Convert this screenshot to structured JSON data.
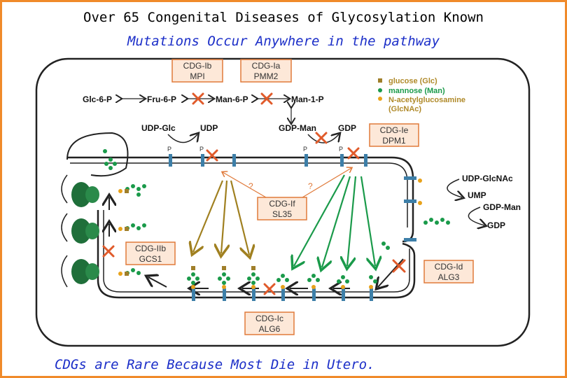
{
  "title": "Over 65 Congenital Diseases of Glycosylation Known",
  "subtitle": "Mutations Occur Anywhere in the pathway",
  "footer": "CDGs are Rare Because Most Die in Utero.",
  "colors": {
    "frame": "#f08a2a",
    "subtitle": "#1b2ec8",
    "box_border": "#e07a3a",
    "box_fill": "#fde8d8",
    "glucose": "#a07f2a",
    "mannose": "#1a9a4a",
    "glcnac": "#e8a21a",
    "mutation": "#e05a2a",
    "arrow_brown": "#a08020",
    "arrow_green": "#1a9a4a"
  },
  "metabolites": {
    "glc6p": "Glc-6-P",
    "fru6p": "Fru-6-P",
    "man6p": "Man-6-P",
    "man1p": "Man-1-P",
    "udp_glc": "UDP-Glc",
    "udp": "UDP",
    "gdp_man": "GDP-Man",
    "gdp": "GDP",
    "udp_glcnac": "UDP-GlcNAc",
    "ump": "UMP",
    "gdp_man2": "GDP-Man",
    "gdp2": "GDP"
  },
  "legend": [
    {
      "label": "glucose (Glc)",
      "icon": "square-brown"
    },
    {
      "label": "mannose (Man)",
      "icon": "dot-green"
    },
    {
      "label": "N-acetylglucosamine",
      "icon": "dot-yellow"
    },
    {
      "label": "(GlcNAc)",
      "icon": ""
    }
  ],
  "disorders": [
    {
      "name": "CDG-Ib",
      "gene": "MPI"
    },
    {
      "name": "CDG-Ia",
      "gene": "PMM2"
    },
    {
      "name": "CDG-Ie",
      "gene": "DPM1"
    },
    {
      "name": "CDG-If",
      "gene": "SL35"
    },
    {
      "name": "CDG-IIb",
      "gene": "GCS1"
    },
    {
      "name": "CDG-Id",
      "gene": "ALG3"
    },
    {
      "name": "CDG-Ic",
      "gene": "ALG6"
    }
  ],
  "unknown_marks": [
    "?",
    "?"
  ],
  "phosphate_label": "P"
}
